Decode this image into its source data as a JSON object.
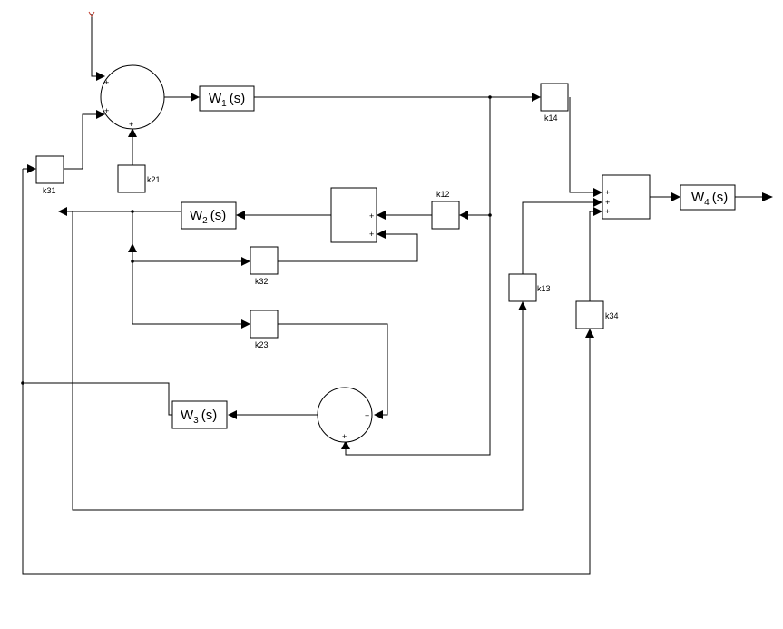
{
  "diagram": {
    "blocks": {
      "w1": {
        "name": "W",
        "sub": "1",
        "args": "(s)"
      },
      "w2": {
        "name": "W",
        "sub": "2",
        "args": "(s)"
      },
      "w3": {
        "name": "W",
        "sub": "3",
        "args": "(s)"
      },
      "w4": {
        "name": "W",
        "sub": "4",
        "args": "(s)"
      }
    },
    "gains": {
      "k31": "k31",
      "k21": "k21",
      "k12": "k12",
      "k32": "k32",
      "k23": "k23",
      "k13": "k13",
      "k14": "k14",
      "k34": "k34"
    },
    "signs": {
      "plus": "+"
    },
    "colors": {
      "stroke": "#000000",
      "input_marker": "#c0392b"
    }
  }
}
